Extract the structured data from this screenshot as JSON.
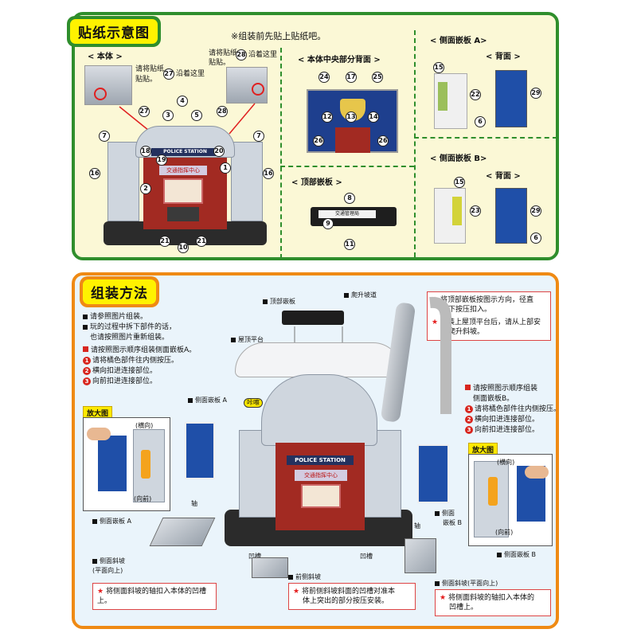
{
  "sticker_section": {
    "title": "贴纸示意图",
    "note": "※组装前先贴上贴纸吧。",
    "main_body": {
      "label": "< 本体 >",
      "callout_left": "请将贴纸 ㉗ 沿着这里 贴贴。",
      "callout_left_a": "请将贴纸",
      "callout_left_b": "贴贴。",
      "callout_left_c": "沿着这里",
      "callout_right_a": "请将贴纸",
      "callout_right_b": "贴贴。",
      "callout_right_c": "沿着这里",
      "sign_text": "POLICE STATION",
      "banner_text": "交通指挥中心",
      "numbers": [
        "27",
        "4",
        "28",
        "3",
        "5",
        "7",
        "7",
        "18",
        "20",
        "19",
        "16",
        "16",
        "1",
        "2",
        "21",
        "21",
        "10"
      ]
    },
    "center_back": {
      "label": "< 本体中央部分背面 >",
      "numbers": [
        "24",
        "17",
        "25",
        "12",
        "13",
        "14",
        "26",
        "26"
      ]
    },
    "roof_panel": {
      "label": "< 顶部嵌板 >",
      "numbers": [
        "8",
        "9",
        "11"
      ],
      "plate_text": "交通管理局"
    },
    "side_a": {
      "label": "< 侧面嵌板 A>",
      "back_label": "< 背面 >",
      "numbers": [
        "15",
        "22",
        "29",
        "6"
      ]
    },
    "side_b": {
      "label": "< 侧面嵌板 B>",
      "back_label": "< 背面 >",
      "numbers": [
        "15",
        "23",
        "29",
        "6"
      ]
    }
  },
  "assembly_section": {
    "title": "组装方法",
    "intro": [
      "请参照图片组装。",
      "玩的过程中拆下部件的话，",
      "也请按照图片重新组装。"
    ],
    "step_a": {
      "heading": "请按照图示顺序组装侧面嵌板A。",
      "steps": [
        "请将橘色部件往内侧按压。",
        "横向扣进连接部位。",
        "向前扣进连接部位。"
      ]
    },
    "step_b": {
      "heading": "请按照图示顺序组装侧面嵌板B。",
      "heading_a": "请按照图示顺序组装",
      "heading_b": "侧面嵌板B。",
      "steps": [
        "请将橘色部件往内侧按压。",
        "横向扣进连接部位。",
        "向前扣进连接部位。"
      ]
    },
    "roof_note": "将顶部嵌板按图示方向，径直向下按压扣入。",
    "roof_note_a": "将顶部嵌板按图示方向，径直",
    "roof_note_b": "向下按压扣入。",
    "slide_note": "安装上屋顶平台后，请从上部安装爬升斜坡。",
    "slide_note_a": "安装上屋顶平台后，请从上部安",
    "slide_note_b": "装爬升斜坡。",
    "labels": {
      "roof_panel": "顶部嵌板",
      "climb_slope": "爬升坡道",
      "roof_platform": "屋顶平台",
      "side_a": "侧面嵌板 A",
      "side_a_bottom": "侧面嵌板 A",
      "side_b": "侧面",
      "side_b2": "嵌板 B",
      "side_b_bottom": "侧面嵌板 B",
      "zoom": "放大图",
      "zoom_right": "放大图",
      "horizontal": "(横向)",
      "forward": "(向前)",
      "horizontal_r": "(横向)",
      "forward_r": "(向前)",
      "shaft": "轴",
      "shaft_r": "轴",
      "groove": "凹槽",
      "groove_r": "凹槽",
      "click": "咔嚓",
      "side_slope": "侧面斜坡",
      "side_slope_sub": "(平面向上)",
      "front_slope": "前侧斜坡",
      "side_slope_r": "侧面斜坡(平面向上)"
    },
    "bottom_notes": {
      "left": "将侧面斜坡的轴扣入本体的凹槽上。",
      "middle": "将前侧斜坡斜面的凹槽对准本体上突出的部分按压安装。",
      "middle_a": "将前侧斜坡斜面的凹槽对准本",
      "middle_b": "体上突出的部分按压安装。",
      "right": "将侧面斜坡的轴扣入本体的凹槽上。",
      "right_a": "将侧面斜坡的轴扣入本体的",
      "right_b": "凹槽上。"
    }
  },
  "colors": {
    "top_border": "#2f8e2c",
    "top_bg": "#fbf8d6",
    "bottom_border": "#ef8a14",
    "bottom_bg": "#eaf4fb",
    "title_yellow": "#fff200",
    "accent_red": "#d8261f"
  }
}
